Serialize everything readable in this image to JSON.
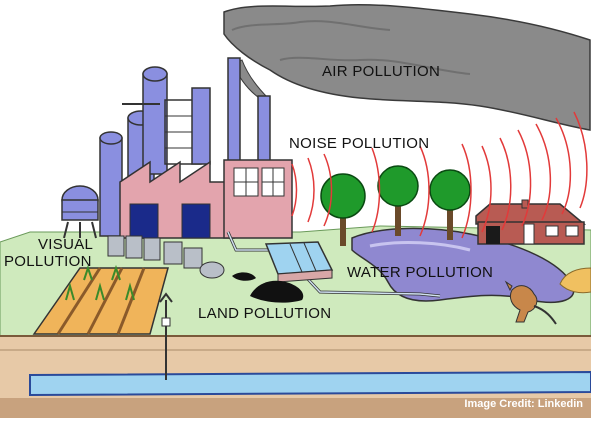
{
  "labels": {
    "air": "AIR POLLUTION",
    "noise": "NOISE POLLUTION",
    "water": "WATER POLLUTION",
    "land": "LAND POLLUTION",
    "visual_line1": "VISUAL",
    "visual_line2": "POLLUTION"
  },
  "credit": "Image Credit: Linkedin",
  "colors": {
    "smoke": "#8a8a8a",
    "ground": "#cfeabd",
    "soil": "#e7c9a7",
    "river": "#9fd3f0",
    "lake": "#8f88d0",
    "factory": "#e3a4ad",
    "tank": "#8a8fe0",
    "noise_waves": "#e23a3a",
    "tree": "#1f9a2b",
    "house": "#b85b53"
  }
}
